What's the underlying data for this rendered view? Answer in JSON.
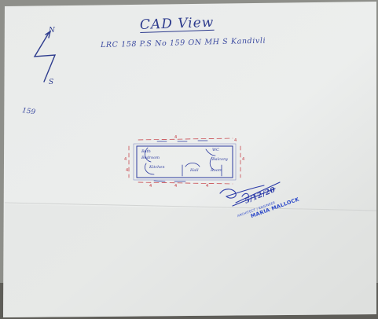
{
  "document": {
    "title": "CAD View",
    "subtitle": "LRC 158  P.S No 159  ON MH S Kandivli",
    "sheet_number": "159",
    "north_arrow": {
      "north_label": "N",
      "south_label": "S"
    },
    "plan_sketch": {
      "room_labels": [
        "Bath",
        "Bedroom",
        "Kitchen",
        "WC",
        "Balcony",
        "Hall",
        "Room"
      ],
      "dimension_marks": [
        "4",
        "4",
        "4",
        "4",
        "4",
        "4",
        "4",
        "4"
      ]
    },
    "signature": {
      "date": "5/12/20"
    },
    "stamp": {
      "line1": "ARCHITECT / ENGINEER",
      "line2": "MARIA MALLOCK"
    }
  },
  "colors": {
    "paper": "#ebedec",
    "background": "#8e8f8a",
    "ink_blue": "#2e3c8e",
    "ink_red": "#c4333a",
    "stamp_blue": "#2a47c8"
  }
}
